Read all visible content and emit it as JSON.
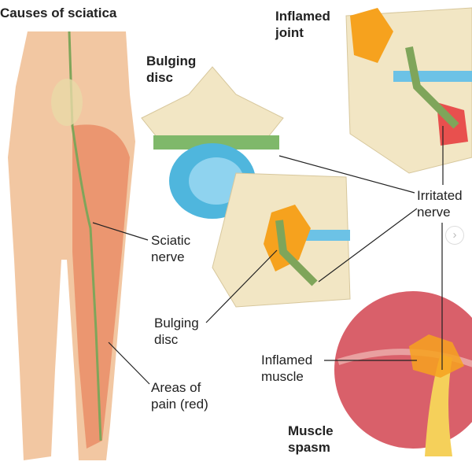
{
  "diagram": {
    "title": "Causes of sciatica",
    "labels": {
      "inflamed_joint": "Inflamed\njoint",
      "bulging_disc_top": "Bulging\ndisc",
      "irritated_nerve": "Irritated\nnerve",
      "sciatic_nerve": "Sciatic\nnerve",
      "bulging_disc_bottom": "Bulging\ndisc",
      "inflamed_muscle": "Inflamed\nmuscle",
      "areas_of_pain": "Areas of\npain (red)",
      "muscle_spasm": "Muscle\nspasm"
    }
  },
  "carousel": {
    "next_icon": "chevron-right-icon",
    "next_glyph": "›"
  },
  "colors": {
    "skin": "#f2c7a2",
    "pain": "#e8704e",
    "nerve": "#7fa55a",
    "disc": "#4fb6dd",
    "bone": "#f2e6c4",
    "muscle": "#d9606a",
    "inflammation": "#f6a21e"
  }
}
